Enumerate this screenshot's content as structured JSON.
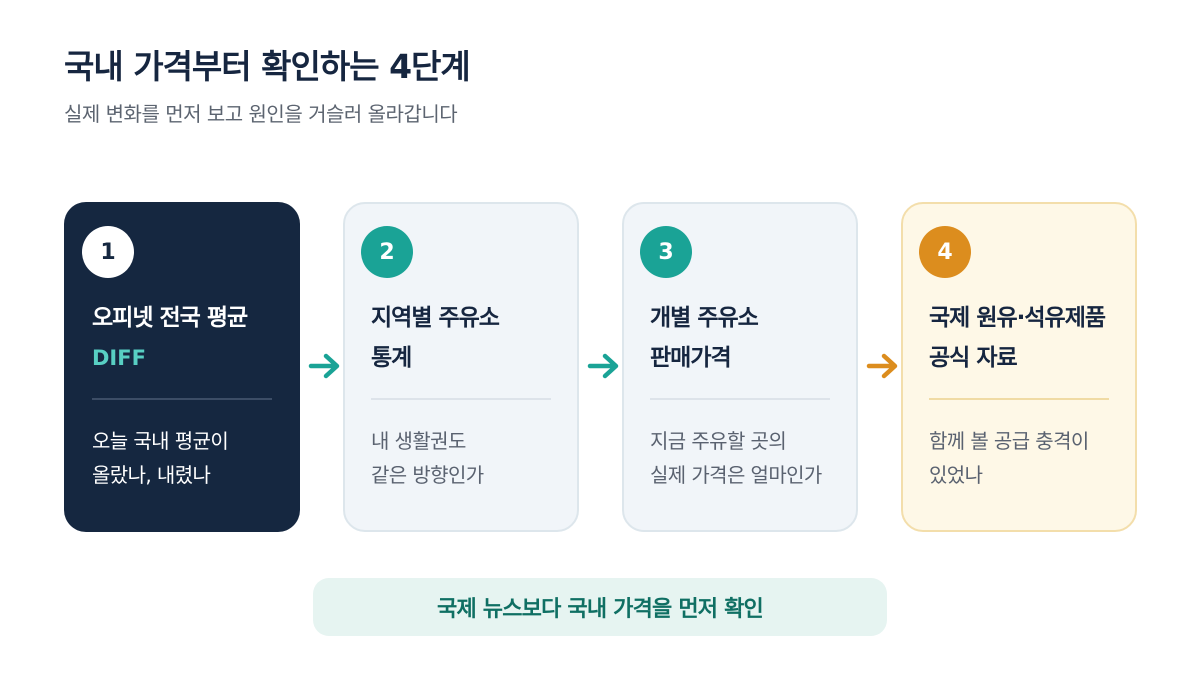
{
  "header": {
    "title": "국내 가격부터 확인하는 4단계",
    "subtitle": "실제 변화를 먼저 보고 원인을 거슬러 올라갑니다"
  },
  "colors": {
    "navy": "#152740",
    "teal": "#1aa396",
    "orange": "#dc8d1e",
    "card_light": "#f1f5f9",
    "card_warm": "#fef8e7",
    "pill_bg": "#e6f4f1"
  },
  "steps": [
    {
      "number": "1",
      "title_lines": [
        "오피넷 전국 평균",
        "DIFF"
      ],
      "desc_lines": [
        "오늘 국내 평균이",
        "올랐나, 내렸나"
      ]
    },
    {
      "number": "2",
      "title_lines": [
        "지역별 주유소",
        "통계"
      ],
      "desc_lines": [
        "내 생활권도",
        "같은 방향인가"
      ]
    },
    {
      "number": "3",
      "title_lines": [
        "개별 주유소",
        "판매가격"
      ],
      "desc_lines": [
        "지금 주유할 곳의",
        "실제 가격은 얼마인가"
      ]
    },
    {
      "number": "4",
      "title_lines": [
        "국제 원유·석유제품",
        "공식 자료"
      ],
      "desc_lines": [
        "함께 볼 공급 충격이",
        "있었나"
      ]
    }
  ],
  "arrows": [
    {
      "icon": "arrow-right-icon",
      "color": "#1aa396"
    },
    {
      "icon": "arrow-right-icon",
      "color": "#1aa396"
    },
    {
      "icon": "arrow-right-icon",
      "color": "#dc8d1e"
    }
  ],
  "footer": {
    "summary": "국제 뉴스보다 국내 가격을 먼저 확인"
  }
}
